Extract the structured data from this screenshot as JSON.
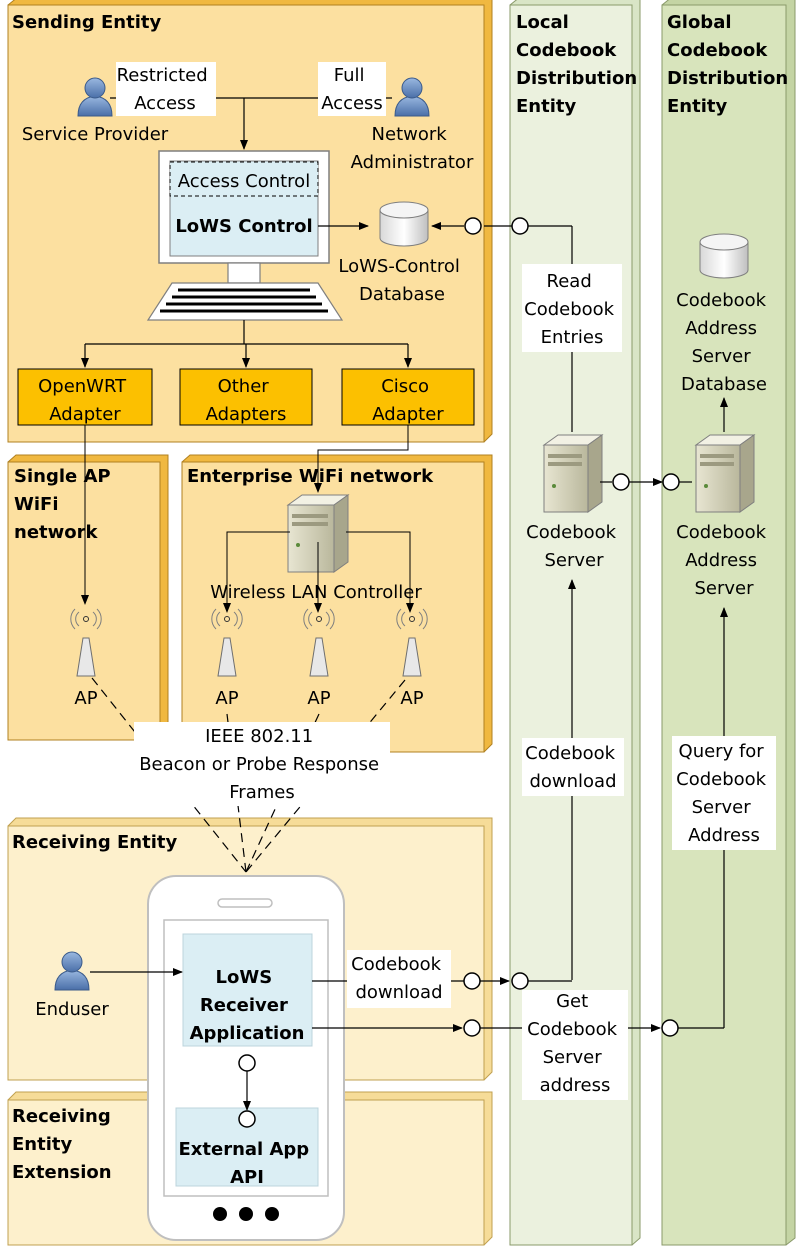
{
  "containers": {
    "sending_entity": "Sending Entity",
    "local_codebook_entity": [
      "Local",
      "Codebook",
      "Distribution",
      "Entity"
    ],
    "global_codebook_entity": [
      "Global",
      "Codebook",
      "Distribution",
      "Entity"
    ],
    "single_ap_network": [
      "Single AP",
      "WiFi",
      "network"
    ],
    "enterprise_wifi": "Enterprise WiFi network",
    "receiving_entity": "Receiving Entity",
    "receiving_extension": [
      "Receiving",
      "Entity",
      "Extension"
    ]
  },
  "sending": {
    "service_provider": "Service Provider",
    "restricted_access": [
      "Restricted",
      "Access"
    ],
    "full_access": [
      "Full",
      "Access"
    ],
    "network_admin": [
      "Network",
      "Administrator"
    ],
    "access_control": "Access Control",
    "lows_control": "LoWS Control",
    "control_db": [
      "LoWS-Control",
      "Database"
    ],
    "adapters": [
      [
        "OpenWRT",
        "Adapter"
      ],
      [
        "Other",
        "Adapters"
      ],
      [
        "Cisco",
        "Adapter"
      ]
    ]
  },
  "wifi": {
    "wlc": "Wireless LAN Controller",
    "ap_label": "AP",
    "frames": [
      "IEEE 802.11",
      "Beacon or Probe Response",
      "Frames"
    ]
  },
  "local": {
    "read_entries": [
      "Read",
      "Codebook",
      "Entries"
    ],
    "server": [
      "Codebook",
      "Server"
    ],
    "download_vertical": [
      "Codebook",
      "download"
    ]
  },
  "global": {
    "db": [
      "Codebook",
      "Address",
      "Server",
      "Database"
    ],
    "server": [
      "Codebook",
      "Address",
      "Server"
    ],
    "query": [
      "Query for",
      "Codebook",
      "Server",
      "Address"
    ]
  },
  "receiving": {
    "enduser": "Enduser",
    "app": [
      "LoWS",
      "Receiver",
      "Application"
    ],
    "download": [
      "Codebook",
      "download"
    ],
    "get_address": [
      "Get",
      "Codebook",
      "Server",
      "address"
    ],
    "external_api": [
      "External App",
      "API"
    ]
  },
  "colors": {
    "sending_fill": "#fce0a0",
    "sending_side": "#f0b840",
    "adapter_fill": "#fcc000",
    "recv_fill": "#fdf0cc",
    "local_fill": "#ebf1de",
    "global_fill": "#d8e4bc",
    "blue_box": "#dbeef4"
  }
}
